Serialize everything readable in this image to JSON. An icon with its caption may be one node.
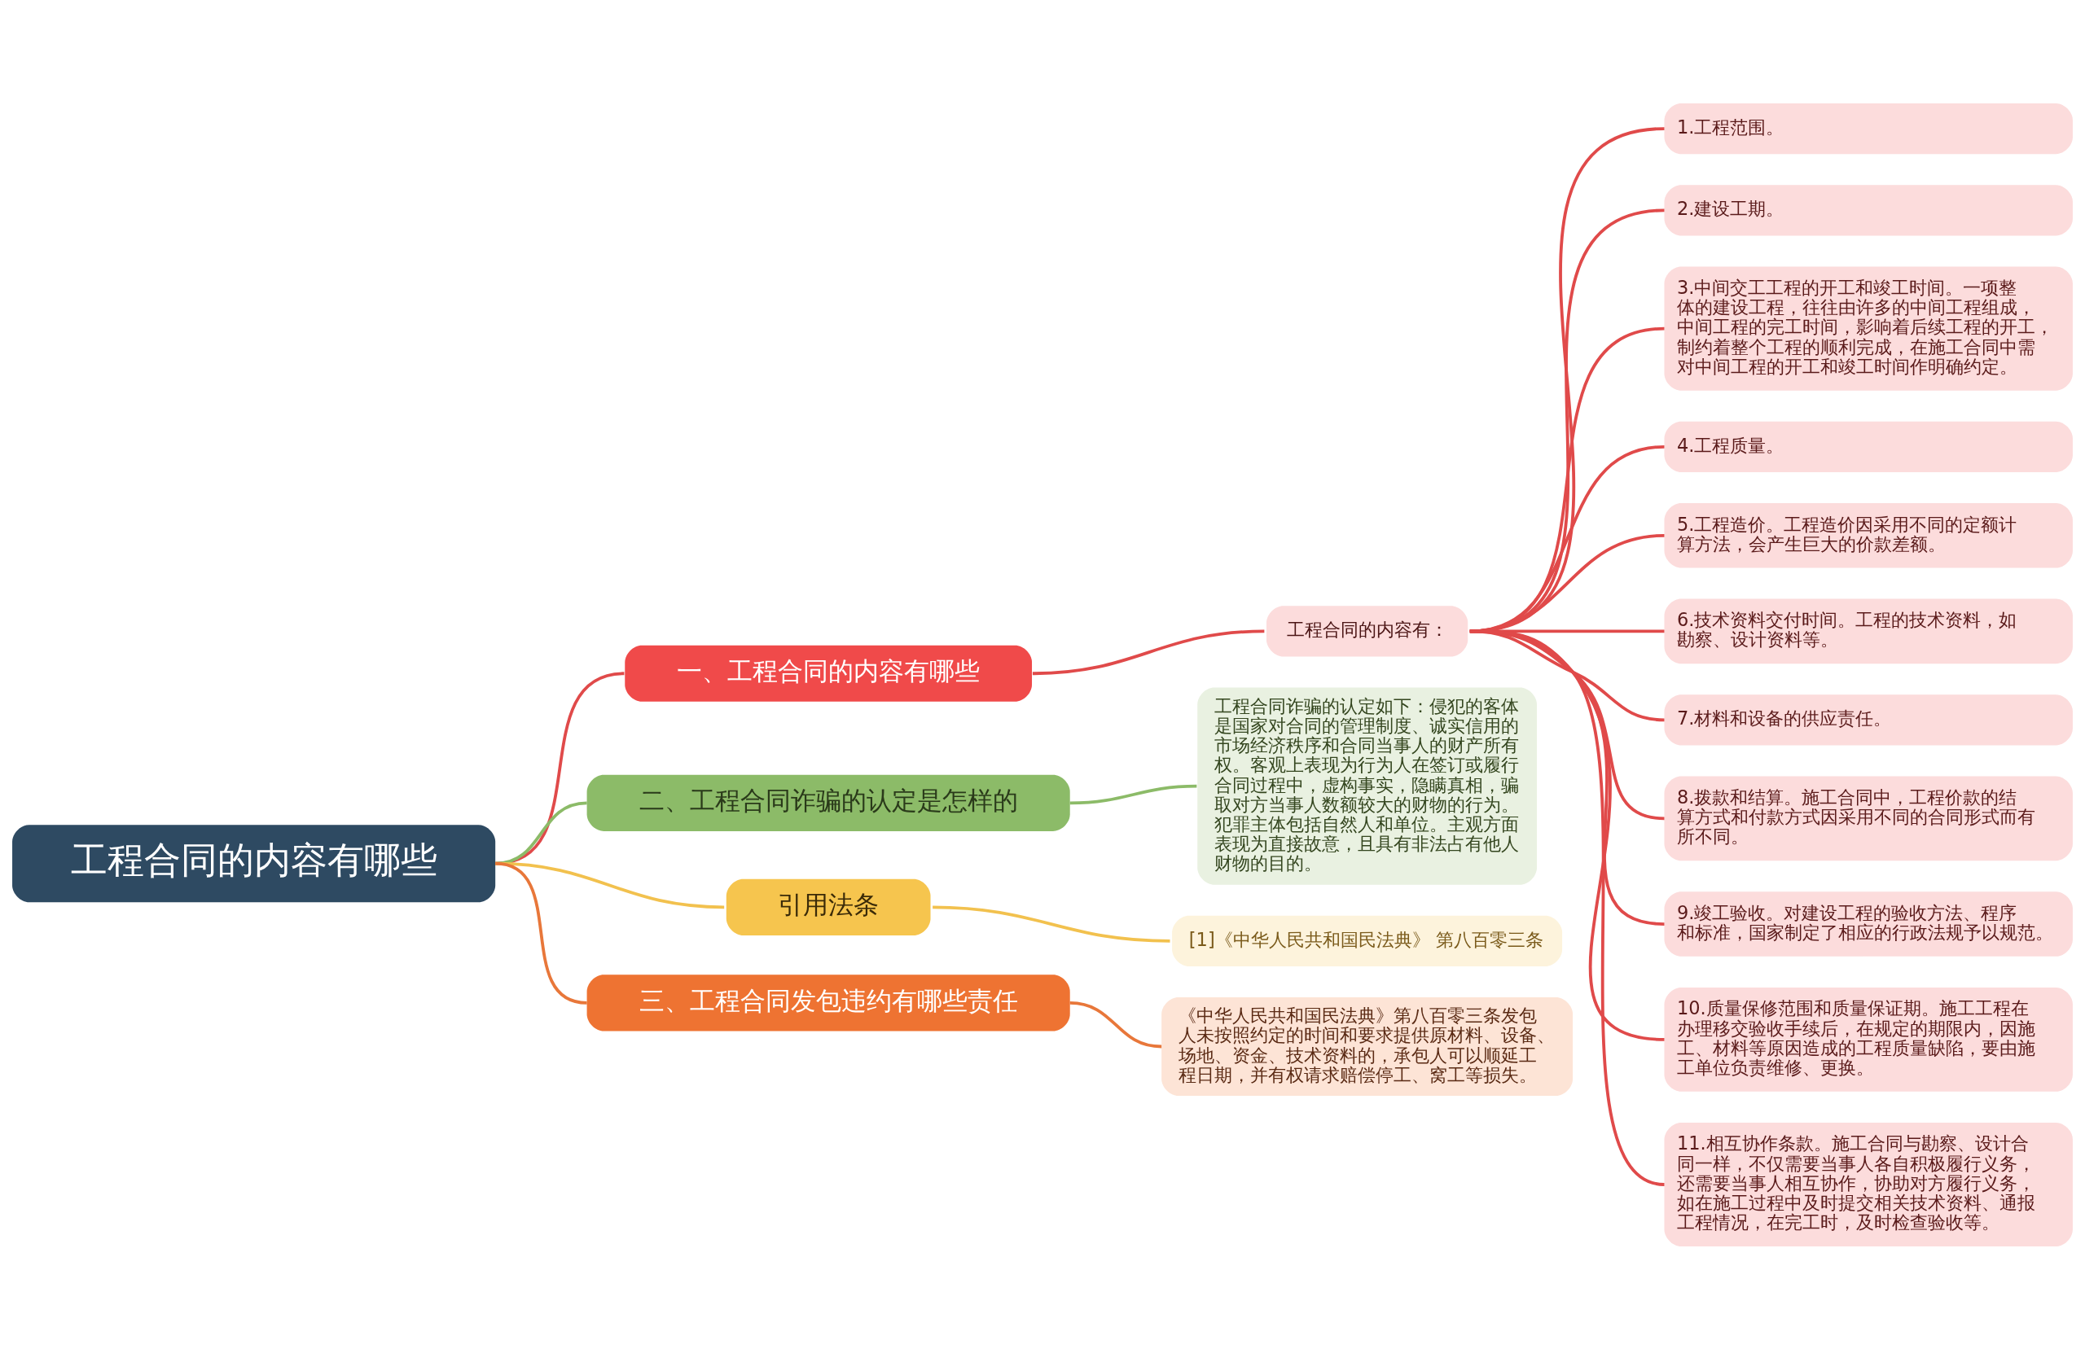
{
  "diagram": {
    "nodes": [
      {
        "text": [
          "工程合同的内容有哪些"
        ]
      },
      {
        "text": [
          "一、工程合同的内容有哪些"
        ]
      },
      {
        "text": [
          "工程合同的内容有："
        ]
      },
      {
        "text": [
          "1.工程范围。"
        ]
      },
      {
        "text": [
          "2.建设工期。"
        ]
      },
      {
        "text": [
          "3.中间交工工程的开工和竣工时间。一项整体的建设工程，往往由许多的中间工程组成，中间工程的完工时间，影响着后续工程的开工，制约着整个工程的顺利完成，在施工合同中需对中间工程的开工和竣工时间作明确约定。"
        ]
      },
      {
        "text": [
          "4.工程质量。"
        ]
      },
      {
        "text": [
          "5.工程造价。工程造价因采用不同的定额计算方法，会产生巨大的价款差额。"
        ]
      },
      {
        "text": [
          "6.技术资料交付时间。工程的技术资料，如勘察、设计资料等。"
        ]
      },
      {
        "text": [
          "7.材料和设备的供应责任。"
        ]
      },
      {
        "text": [
          "8.拨款和结算。施工合同中，工程价款的结算方式和付款方式因采用不同的合同形式而有所不同。"
        ]
      },
      {
        "text": [
          "9.竣工验收。对建设工程的验收方法、程序和标准，国家制定了相应的行政法规予以规范。"
        ]
      },
      {
        "text": [
          "10.质量保修范围和质量保证期。施工工程在办理移交验收手续后，在规定的期限内，因施工、材料等原因造成的工程质量缺陷，要由施工单位负责维修、更换。"
        ]
      },
      {
        "text": [
          "11.相互协作条款。施工合同与勘察、设计合同一样，不仅需要当事人各自积极履行义务，还需要当事人相互协作，协助对方履行义务，如在施工过程中及时提交相关技术资料、通报工程情况，在完工时，及时检查验收等。"
        ]
      },
      {
        "text": [
          "二、工程合同诈骗的认定是怎样的"
        ]
      },
      {
        "text": [
          "工程合同诈骗的认定如下：侵犯的客体是国家对合同的管理制度、诚实信用的市场经济秩序和合同当事人的财产所有权。客观上表现为行为人在签订或履行合同过程中，虚构事实，隐瞒真相，骗取对方当事人数额较大的财物的行为。犯罪主体包括自然人和单位。主观方面表现为直接故意，且具有非法占有他人财物的目的。"
        ]
      },
      {
        "text": [
          "引用法条"
        ]
      },
      {
        "text": [
          "[1]《中华人民共和国民法典》 第八百零三条"
        ]
      },
      {
        "text": [
          "三、工程合同发包违约有哪些责任"
        ]
      },
      {
        "text": [
          "《中华人民共和国民法典》第八百零三条发包人未按照约定的时间和要求提供原材料、设备、场地、资金、技术资料的，承包人可以顺延工程日期，并有权请求赔偿停工、窝工等损失。"
        ]
      }
    ],
    "edges": [
      {
        "from": 0,
        "to": 1,
        "arrow": "none"
      },
      {
        "from": 1,
        "to": 2,
        "arrow": "none"
      },
      {
        "from": 2,
        "to": 3,
        "arrow": "none"
      },
      {
        "from": 2,
        "to": 4,
        "arrow": "none"
      },
      {
        "from": 2,
        "to": 5,
        "arrow": "none"
      },
      {
        "from": 2,
        "to": 6,
        "arrow": "none"
      },
      {
        "from": 2,
        "to": 7,
        "arrow": "none"
      },
      {
        "from": 2,
        "to": 8,
        "arrow": "none"
      },
      {
        "from": 2,
        "to": 9,
        "arrow": "none"
      },
      {
        "from": 2,
        "to": 10,
        "arrow": "none"
      },
      {
        "from": 2,
        "to": 11,
        "arrow": "none"
      },
      {
        "from": 2,
        "to": 12,
        "arrow": "none"
      },
      {
        "from": 2,
        "to": 13,
        "arrow": "none"
      },
      {
        "from": 0,
        "to": 14,
        "arrow": "none",
        "color": "#8cbb68"
      },
      {
        "from": 14,
        "to": 15,
        "arrow": "none",
        "color": "#8cbb68"
      },
      {
        "from": 0,
        "to": 16,
        "arrow": "none",
        "color": "#f2c14e"
      },
      {
        "from": 16,
        "to": 17,
        "arrow": "none",
        "color": "#f2c14e"
      },
      {
        "from": 0,
        "to": 18,
        "arrow": "none",
        "color": "#e8773a"
      },
      {
        "from": 18,
        "to": 19,
        "arrow": "none",
        "color": "#e8773a"
      }
    ]
  }
}
